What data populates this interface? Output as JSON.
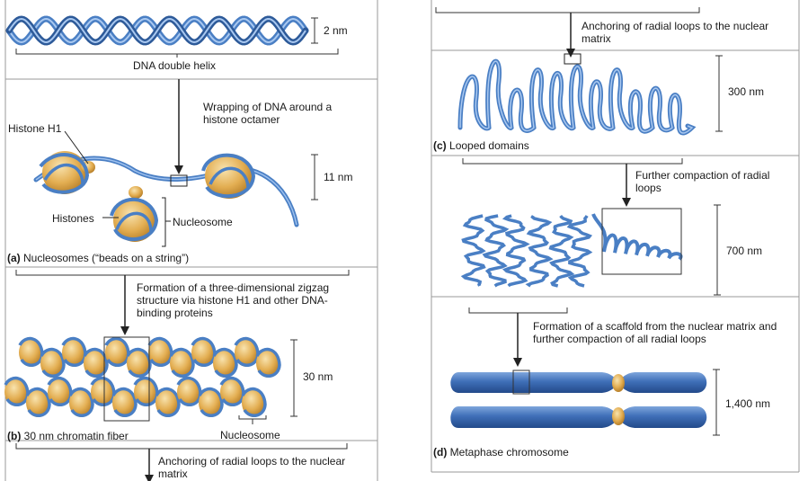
{
  "left": {
    "helix": {
      "scale": "2 nm",
      "label": "DNA double helix"
    },
    "nucleosome": {
      "step": "Wrapping of DNA around a histone octamer",
      "histone_h1": "Histone H1",
      "histones": "Histones",
      "nucleosome": "Nucleosome",
      "scale": "11 nm",
      "caption_letter": "(a)",
      "caption_text": "Nucleosomes (“beads on a string”)"
    },
    "fiber": {
      "step": "Formation of a three-dimensional zigzag structure via histone H1 and other DNA-binding proteins",
      "scale": "30 nm",
      "nucleosome": "Nucleosome",
      "caption_letter": "(b)",
      "caption_text": "30 nm chromatin fiber"
    },
    "bottom_step": "Anchoring of radial loops to the nuclear matrix"
  },
  "right": {
    "top_step": "Anchoring of radial loops to the nuclear matrix",
    "looped": {
      "scale": "300 nm",
      "caption_letter": "(c)",
      "caption_text": "Looped domains"
    },
    "compaction": {
      "step": "Further compaction of radial loops",
      "scale": "700 nm"
    },
    "chromosome": {
      "step": "Formation of a scaffold from the nuclear matrix and further compaction of all radial loops",
      "scale": "1,400 nm",
      "caption_letter": "(d)",
      "caption_text": "Metaphase chromosome"
    }
  },
  "colors": {
    "dna": "#4a7fc4",
    "dna_dark": "#2d5a99",
    "histone": "#e0a84a",
    "histone_light": "#f3d596",
    "chromosome": "#3f6fb8"
  }
}
